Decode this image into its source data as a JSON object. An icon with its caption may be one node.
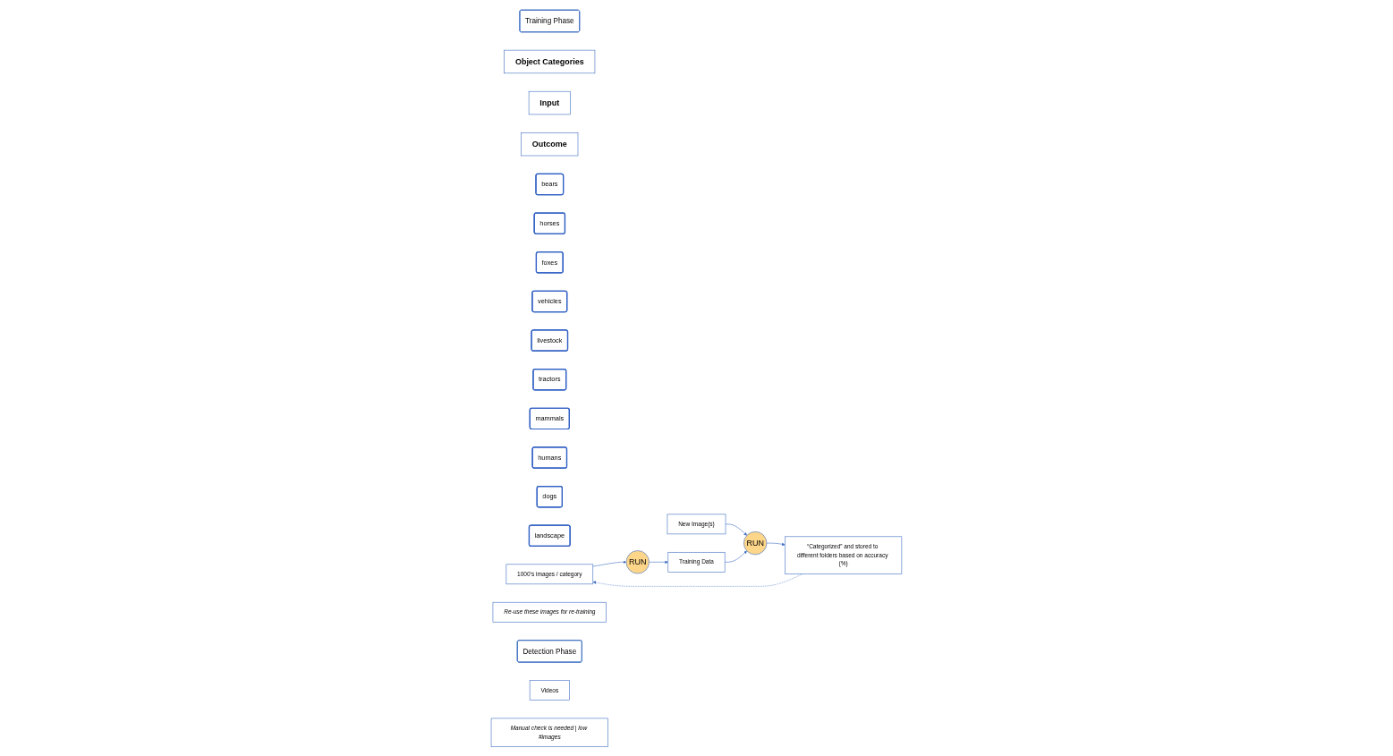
{
  "diagram": {
    "nodes": [
      {
        "text": [
          "Training Phase"
        ]
      },
      {
        "text": [
          "Object Categories"
        ]
      },
      {
        "text": [
          "Input"
        ]
      },
      {
        "text": [
          "Outcome"
        ]
      },
      {
        "text": [
          "bears"
        ]
      },
      {
        "text": [
          "horses"
        ]
      },
      {
        "text": [
          "foxes"
        ]
      },
      {
        "text": [
          "vehicles"
        ]
      },
      {
        "text": [
          "livestock"
        ]
      },
      {
        "text": [
          "tractors"
        ]
      },
      {
        "text": [
          "mammals"
        ]
      },
      {
        "text": [
          "humans"
        ]
      },
      {
        "text": [
          "dogs"
        ]
      },
      {
        "text": [
          "landscape"
        ]
      },
      {
        "text": [
          "1000’s images / category"
        ]
      },
      {
        "text": [
          "RUN"
        ]
      },
      {
        "text": [
          "Training Data"
        ]
      },
      {
        "text": [
          "Re-use these images for re-training"
        ]
      },
      {
        "text": [
          "Detection Phase"
        ]
      },
      {
        "text": [
          "Videos"
        ]
      },
      {
        "text": [
          "New Image(s)"
        ]
      },
      {
        "text": [
          "RUN"
        ]
      },
      {
        "text": [
          "“Categorized” and stored to different folders based on accuracy (%)"
        ]
      },
      {
        "text": [
          "Manual check is needed | low #images"
        ]
      }
    ],
    "edges": [
      {
        "from": 14,
        "to": 15,
        "arrow": "to"
      },
      {
        "from": 15,
        "to": 16,
        "arrow": "to"
      },
      {
        "from": 20,
        "to": 21,
        "arrow": "to"
      },
      {
        "from": 21,
        "to": 22,
        "arrow": "to"
      },
      {
        "from": 22,
        "to": 14,
        "arrow": "to",
        "style": "dashed"
      },
      {
        "from": 16,
        "to": 21,
        "arrow": "to"
      }
    ]
  }
}
